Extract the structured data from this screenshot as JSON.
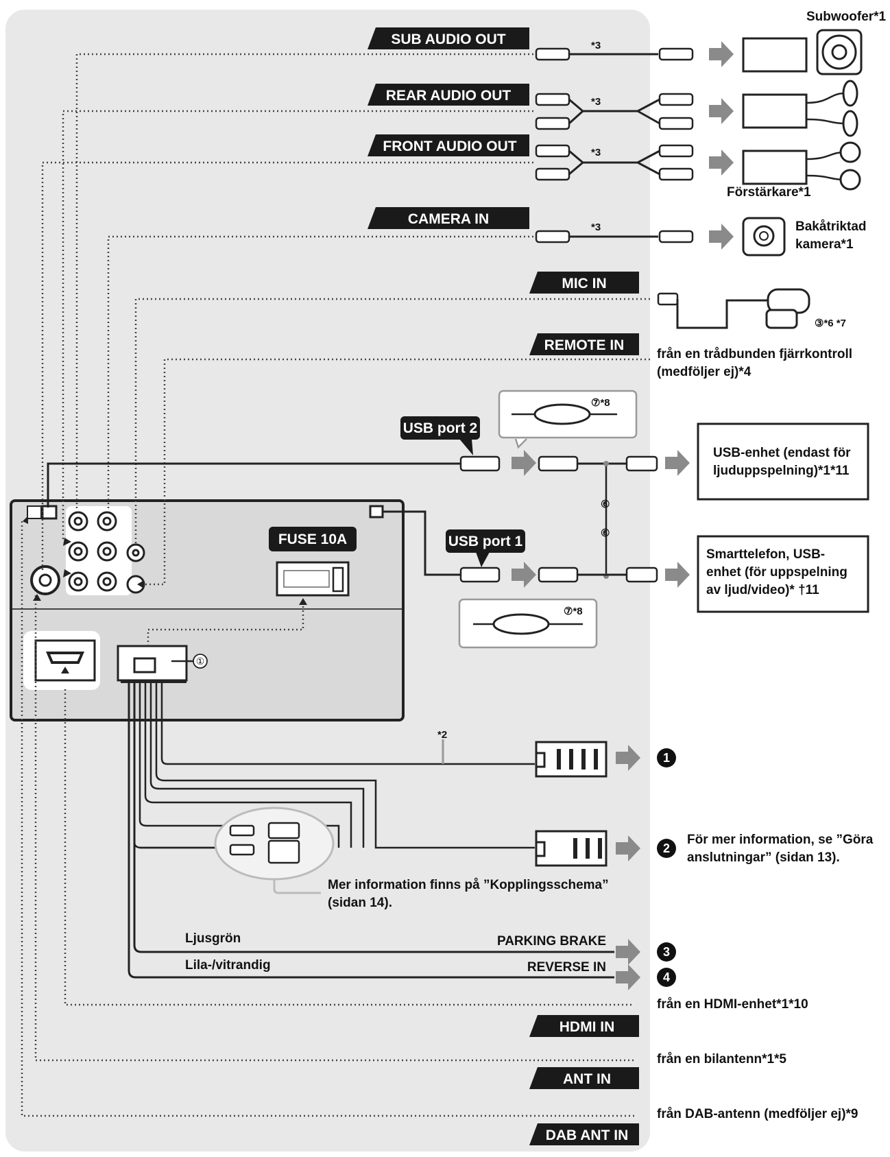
{
  "tags": {
    "sub_audio_out": "SUB AUDIO OUT",
    "rear_audio_out": "REAR AUDIO OUT",
    "front_audio_out": "FRONT AUDIO OUT",
    "camera_in": "CAMERA IN",
    "mic_in": "MIC IN",
    "remote_in": "REMOTE IN",
    "usb_port_2": "USB port 2",
    "usb_port_1": "USB port 1",
    "fuse": "FUSE 10A",
    "hdmi_in": "HDMI IN",
    "ant_in": "ANT IN",
    "dab_ant_in": "DAB ANT IN"
  },
  "labels": {
    "subwoofer": "Subwoofer*1",
    "amplifier": "Förstärkare*1",
    "camera_line1": "Bakåtriktad",
    "camera_line2": "kamera*1",
    "mic_note": "③*6 *7",
    "remote_line1": "från en trådbunden fjärrkontroll",
    "remote_line2": "(medföljer ej)*4",
    "usb_device_line1": "USB-enhet (endast för",
    "usb_device_line2": "ljuduppspelning)*1*11",
    "smartphone_line1": "Smarttelefon, USB-",
    "smartphone_line2": "enhet (för uppspelning",
    "smartphone_line3": "av ljud/video)* †11",
    "band_note_top": "⑦*8",
    "band_note_bottom": "⑦*8",
    "six_a": "⑥",
    "six_b": "⑥",
    "one_circle": "①",
    "star3_a": "*3",
    "star3_b": "*3",
    "star3_c": "*3",
    "star3_d": "*3",
    "star2": "*2",
    "connect_note_line1": "För mer information, se ”Göra",
    "connect_note_line2": "anslutningar” (sidan 13).",
    "kopplings_line1": "Mer information finns på ”Kopplingsschema”",
    "kopplings_line2": "(sidan 14).",
    "ljusgron": "Ljusgrön",
    "lila": "Lila-/vitrandig",
    "parking_brake": "PARKING BRAKE",
    "reverse_in": "REVERSE IN",
    "hdmi_from": "från en HDMI-enhet*1*10",
    "ant_from": "från en bilantenn*1*5",
    "dab_from": "från DAB-antenn (medföljer ej)*9",
    "num1": "1",
    "num2": "2",
    "num3": "3",
    "num4": "4"
  }
}
